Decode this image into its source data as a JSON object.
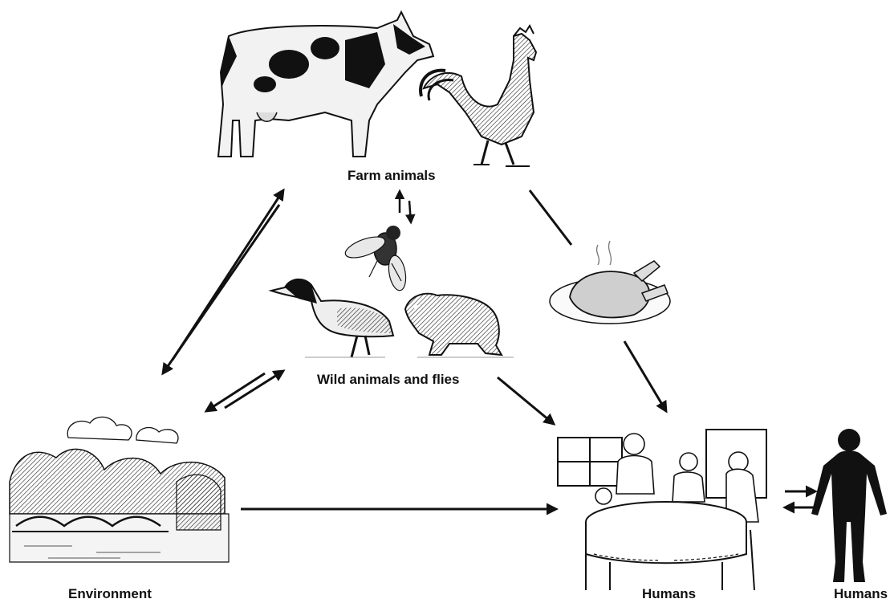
{
  "nodes": {
    "farm_animals": {
      "label": "Farm animals",
      "illustrations": [
        "cow-illustration",
        "rooster-illustration"
      ]
    },
    "wild_animals": {
      "label": "Wild animals and flies",
      "illustrations": [
        "fly-illustration",
        "duck-illustration",
        "rodent-illustration"
      ]
    },
    "food": {
      "illustrations": [
        "roast-chicken-illustration"
      ]
    },
    "environment": {
      "label": "Environment",
      "illustrations": [
        "landscape-illustration"
      ]
    },
    "humans_group": {
      "label": "Humans",
      "illustrations": [
        "family-dining-illustration"
      ]
    },
    "human_individual": {
      "label": "Humans",
      "illustrations": [
        "human-silhouette-icon"
      ]
    }
  },
  "edges": [
    {
      "from": "farm_animals",
      "to": "environment",
      "style": "double-arrow-bidirectional"
    },
    {
      "from": "wild_animals",
      "to": "environment",
      "style": "double-arrow-bidirectional"
    },
    {
      "from": "farm_animals",
      "to": "wild_animals",
      "style": "small-bidirectional"
    },
    {
      "from": "farm_animals",
      "to": "humans_group",
      "style": "via-food-arrow"
    },
    {
      "from": "wild_animals",
      "to": "humans_group",
      "style": "arrow"
    },
    {
      "from": "environment",
      "to": "humans_group",
      "style": "arrow"
    },
    {
      "from": "humans_group",
      "to": "human_individual",
      "style": "double-arrow-bidirectional"
    }
  ],
  "colors": {
    "ink": "#111111",
    "background": "#ffffff"
  }
}
